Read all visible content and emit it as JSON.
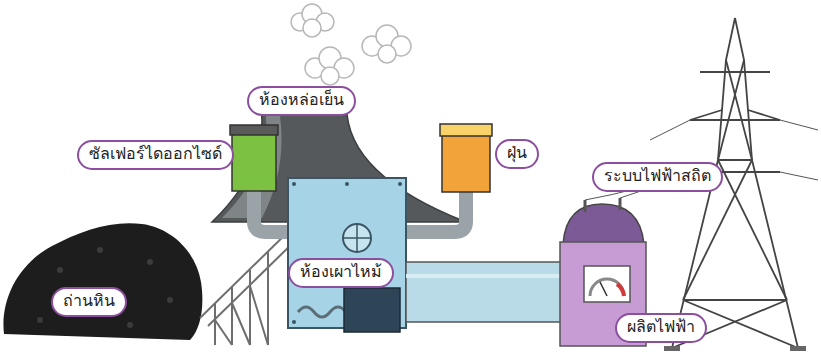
{
  "diagram": {
    "nodes": [
      {
        "text": [
          "ห้องหล่อเย็น"
        ]
      },
      {
        "text": [
          "ซัลเฟอร์ไดออกไซด์"
        ]
      },
      {
        "text": [
          "ฝุ่น"
        ]
      },
      {
        "text": [
          "ระบบไฟฟ้าสถิต"
        ]
      },
      {
        "text": [
          "ห้องเผาไหม้"
        ]
      },
      {
        "text": [
          "ถ่านหิน"
        ]
      },
      {
        "text": [
          "ผลิตไฟฟ้า"
        ]
      }
    ]
  }
}
